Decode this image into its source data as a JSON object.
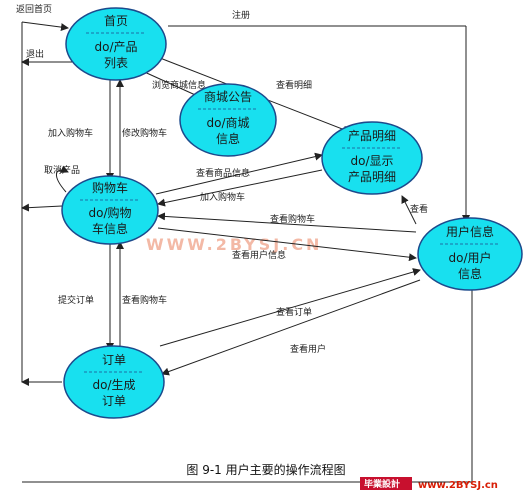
{
  "nodes": {
    "home": {
      "title": "首页",
      "body": [
        "do/产品",
        "列表"
      ]
    },
    "notice": {
      "title": "商城公告",
      "body": [
        "do/商城",
        "信息"
      ]
    },
    "detail": {
      "title": "产品明细",
      "body": [
        "do/显示",
        "产品明细"
      ]
    },
    "cart": {
      "title": "购物车",
      "body": [
        "do/购物",
        "车信息"
      ]
    },
    "user": {
      "title": "用户信息",
      "body": [
        "do/用户",
        "信息"
      ]
    },
    "order": {
      "title": "订单",
      "body": [
        "do/生成",
        "订单"
      ]
    }
  },
  "edges": {
    "back_home": "返回首页",
    "register": "注册",
    "logout": "退出",
    "browse_notice": "浏览商城信息",
    "view_detail": "查看明细",
    "add_cart": "加入购物车",
    "modify_cart": "修改购物车",
    "cancel_product": "取消产品",
    "view_product_info": "查看商品信息",
    "add_to_cart": "加入购物车",
    "view_cart": "查看购物车",
    "view_user_info": "查看用户信息",
    "view": "查看",
    "submit_order": "提交订单",
    "view_cart_2": "查看购物车",
    "view_order": "查看订单",
    "view_user": "查看用户"
  },
  "caption": "图 9-1   用户主要的操作流程图",
  "watermark": "WWW.2BYSJ.CN",
  "brand": {
    "name": "毕業設計",
    "url": "www.2BYSJ.cn"
  },
  "colors": {
    "node_fill": "#18e0ef",
    "node_stroke": "#1c4a8c",
    "line": "#222222"
  }
}
